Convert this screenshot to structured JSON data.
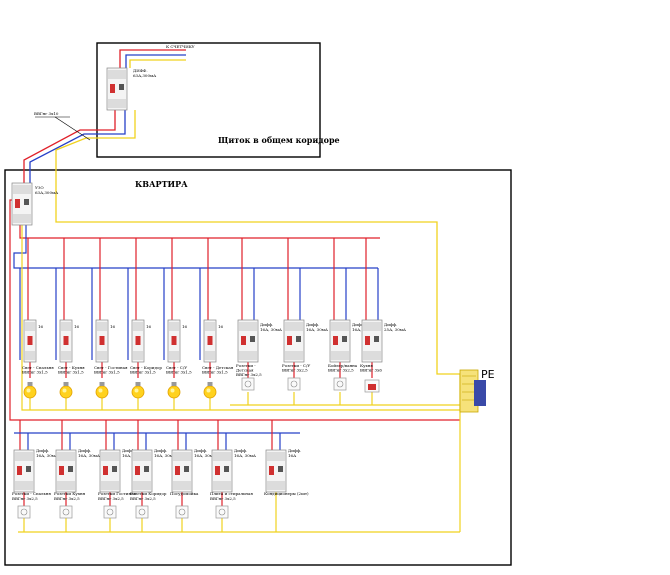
{
  "corridor_panel": {
    "title": "Щиток в общем коридоре",
    "feed_label": "К СЧЕТЧИКУ",
    "rcd_label": "ДИФФ.",
    "rcd_rating": "63А,300мА",
    "cable_label": "ВВГнг 3х10"
  },
  "apartment": {
    "title": "КВАРТИРА",
    "main_device_label": "УЗО",
    "main_device_rating": "63А,300мА"
  },
  "pe_label": "PE",
  "top_row": [
    {
      "rating": "16",
      "caption_1": "Свет - Спальня",
      "caption_2": "ВВГнг 3х1,5"
    },
    {
      "rating": "16",
      "caption_1": "Свет - Кухня",
      "caption_2": "ВВГнг 3х1,5"
    },
    {
      "rating": "16",
      "caption_1": "Свет - Гостиная",
      "caption_2": "ВВГнг 3х1,5"
    },
    {
      "rating": "16",
      "caption_1": "Свет - Коридор",
      "caption_2": "ВВГнг 3х1,5"
    },
    {
      "rating": "16",
      "caption_1": "Свет - С/У",
      "caption_2": "ВВГнг 3х1,5"
    },
    {
      "rating": "16",
      "caption_1": "Свет - Детская",
      "caption_2": "ВВГнг 3х1,5"
    },
    {
      "rating_1": "Дифф.",
      "rating_2": "16А, 30мА",
      "caption_1": "Розетки -",
      "caption_2": "Детская",
      "caption_3": "ВВГнг 3х2,5"
    },
    {
      "rating_1": "Дифф.",
      "rating_2": "16А, 30мА",
      "caption_1": "Розетки - С/У",
      "caption_2": "ВВГнг 3х2,5"
    },
    {
      "rating_1": "Дифф.",
      "rating_2": "16А, 30мА",
      "caption_1": "Бойлер/ванна",
      "caption_2": "ВВГнг 3х2,5"
    },
    {
      "rating_1": "Дифф.",
      "rating_2": "25А, 30мА",
      "caption_1": "Кухня",
      "caption_2": "ВВГнг 3х6"
    }
  ],
  "bottom_row": [
    {
      "rating_1": "Дифф.",
      "rating_2": "16А, 30мА",
      "caption_1": "Розетки - Спальня",
      "caption_2": "ВВГнг 3х2,5"
    },
    {
      "rating_1": "Дифф.",
      "rating_2": "16А, 30мА",
      "caption_1": "Розетки Кухня",
      "caption_2": "ВВГнг 3х2,5"
    },
    {
      "rating_1": "Дифф.",
      "rating_2": "16А, 30мА",
      "caption_1": "Розетки Гостиная",
      "caption_2": "ВВГнг 3х2,5"
    },
    {
      "rating_1": "Дифф.",
      "rating_2": "16А, 30мА",
      "caption_1": "Розетки Коридор",
      "caption_2": "ВВГнг 3х2,5"
    },
    {
      "rating_1": "Дифф.",
      "rating_2": "16А, 30мА",
      "caption_1": "Посудомойка",
      "caption_2": ""
    },
    {
      "rating_1": "Дифф.",
      "rating_2": "16А, 30мА",
      "caption_1": "Плита и стиральная",
      "caption_2": "ВВГнг 3х2,5"
    },
    {
      "rating_1": "Дифф.",
      "rating_2": "16А",
      "caption_1": "Кондиционеры (2шт)",
      "caption_2": ""
    }
  ],
  "colors": {
    "phase": "#e0202a",
    "neutral": "#2640c8",
    "ground": "#f0d21e",
    "frame": "#000000"
  }
}
